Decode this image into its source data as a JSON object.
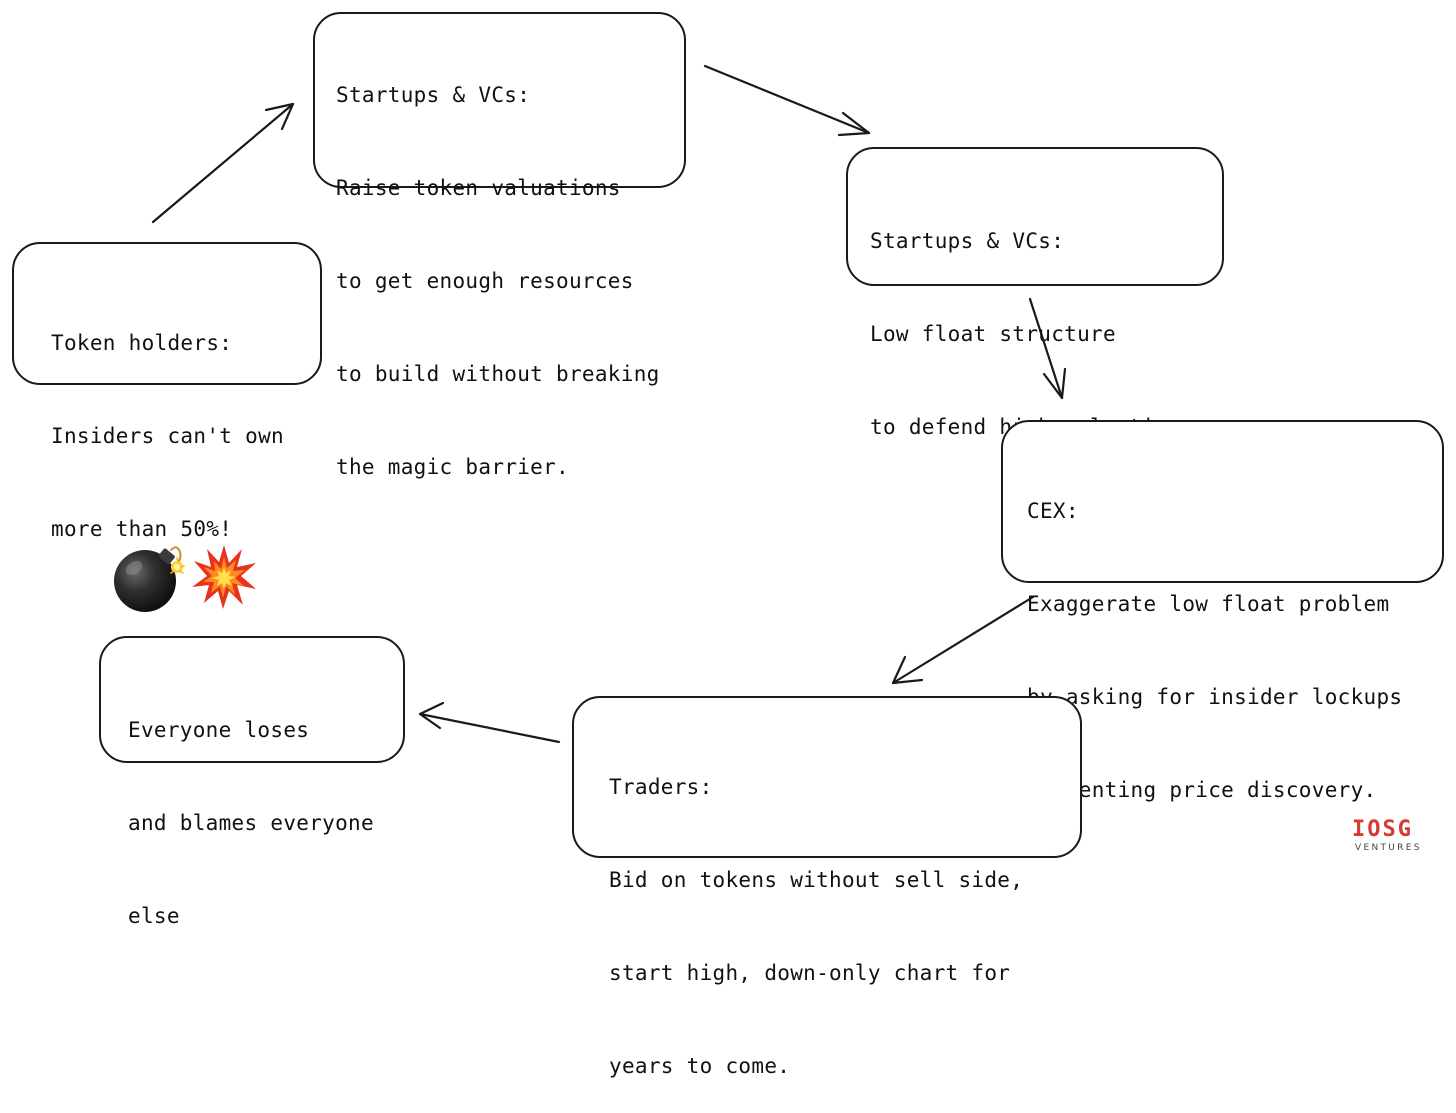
{
  "nodes": [
    {
      "id": "startups-vcs-raise",
      "lines": [
        "Startups & VCs:",
        "Raise token valuations",
        "to get enough resources",
        "to build without breaking",
        "the magic barrier."
      ]
    },
    {
      "id": "startups-vcs-low-float",
      "lines": [
        "Startups & VCs:",
        "Low float structure",
        "to defend high valuation."
      ]
    },
    {
      "id": "cex",
      "lines": [
        "CEX:",
        "Exaggerate low float problem",
        "by asking for insider lockups",
        "preventing price discovery."
      ]
    },
    {
      "id": "traders",
      "lines": [
        "Traders:",
        "Bid on tokens without sell side,",
        "start high, down-only chart for",
        "years to come."
      ]
    },
    {
      "id": "everyone-loses",
      "lines": [
        "Everyone loses",
        "and blames everyone",
        "else"
      ]
    },
    {
      "id": "token-holders",
      "lines": [
        "Token holders:",
        "Insiders can't own",
        "more than 50%!"
      ]
    }
  ],
  "edges": [
    {
      "from": "token-holders",
      "to": "startups-vcs-raise"
    },
    {
      "from": "startups-vcs-raise",
      "to": "startups-vcs-low-float"
    },
    {
      "from": "startups-vcs-low-float",
      "to": "cex"
    },
    {
      "from": "cex",
      "to": "traders"
    },
    {
      "from": "traders",
      "to": "everyone-loses"
    }
  ],
  "icons": [
    "bomb-icon",
    "explosion-icon"
  ],
  "logo": {
    "word": "IOSG",
    "sub": "VENTURES",
    "color": "#d63a32"
  },
  "colors": {
    "stroke": "#1a1a1a",
    "text": "#111111",
    "background": "#ffffff"
  }
}
